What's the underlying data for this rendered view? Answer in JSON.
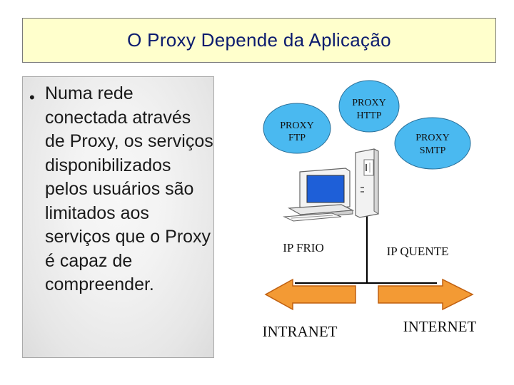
{
  "title": "O Proxy Depende da Aplicação",
  "bullet_text": "Numa rede conectada através de Proxy, os serviços disponibilizados pelos usuários são limitados aos serviços que o Proxy é capaz de compreender.",
  "proxies": {
    "ftp": [
      "PROXY",
      "FTP"
    ],
    "http": [
      "PROXY",
      "HTTP"
    ],
    "smtp": [
      "PROXY",
      "SMTP"
    ]
  },
  "labels": {
    "ip_frio": "IP FRIO",
    "ip_quente": "IP QUENTE",
    "intranet": "INTRANET",
    "internet": "INTERNET"
  },
  "colors": {
    "title_bg": "#ffffcc",
    "title_text": "#0b1b6e",
    "bubble": "#4ab9f0",
    "arrow_fill": "#f39a34",
    "arrow_stroke": "#c06010",
    "monitor_screen": "#1e5fd8"
  }
}
